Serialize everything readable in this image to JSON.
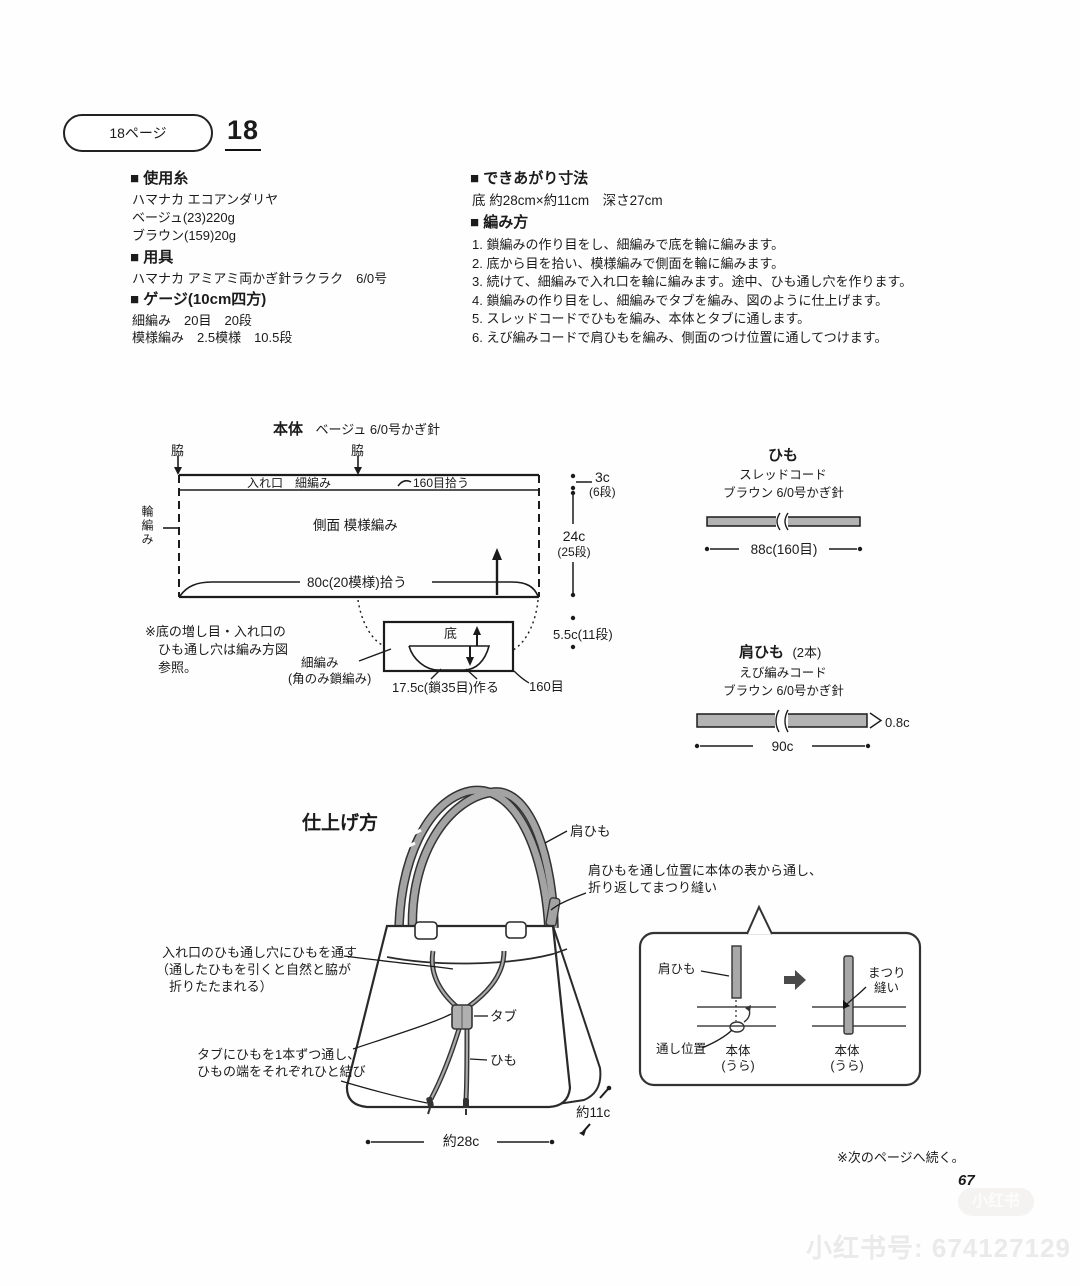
{
  "page": {
    "tab_label": "18ページ",
    "page_number_large": "18",
    "page_number_footer": "67",
    "continue_note": "※次のページへ続く。",
    "watermark_badge": "小红书",
    "watermark_id": "小红书号: 674127129"
  },
  "materials": {
    "yarn_heading": "■ 使用糸",
    "yarn_line1": "ハマナカ エコアンダリヤ",
    "yarn_line2": "ベージュ(23)220g",
    "yarn_line3": "ブラウン(159)20g",
    "tools_heading": "■ 用具",
    "tools_line": "ハマナカ アミアミ両かぎ針ラクラク　6/0号",
    "gauge_heading": "■ ゲージ(10cm四方)",
    "gauge_line1": "細編み　20目　20段",
    "gauge_line2": "模様編み　2.5模様　10.5段"
  },
  "finished_size": {
    "heading": "■ できあがり寸法",
    "line": "底 約28cm×約11cm　深さ27cm"
  },
  "instructions": {
    "heading": "■ 編み方",
    "steps": [
      "1. 鎖編みの作り目をし、細編みで底を輪に編みます。",
      "2. 底から目を拾い、模様編みで側面を輪に編みます。",
      "3. 続けて、細編みで入れ口を輪に編みます。途中、ひも通し穴を作ります。",
      "4. 鎖編みの作り目をし、細編みでタブを編み、図のように仕上げます。",
      "5. スレッドコードでひもを編み、本体とタブに通します。",
      "6. えび編みコードで肩ひもを編み、側面のつけ位置に通してつけます。"
    ]
  },
  "body_diagram": {
    "title": "本体",
    "subtitle": "ベージュ 6/0号かぎ針",
    "waki": "脇",
    "ring_label": "輪編み",
    "opening_label": "入れ口　細編み",
    "pickup_label": "160目拾う",
    "side_panel_label": "側面 模様編み",
    "bottom_pickup_label": "80c(20模様)拾う",
    "note_line1": "※底の増し目・入れ口の",
    "note_line2": "ひも通し穴は編み方図",
    "note_line3": "参照。",
    "m_top": "3c",
    "m_top_rows": "(6段)",
    "m_mid": "24c",
    "m_mid_rows": "(25段)",
    "m_bottom": "5.5c(11段)",
    "base_label": "底",
    "base_stitch_line1": "細編み",
    "base_stitch_line2": "(角のみ鎖編み)",
    "base_start": "17.5c(鎖35目)作る",
    "base_sts": "160目"
  },
  "himo_diagram": {
    "title": "ひも",
    "sub1": "スレッドコード",
    "sub2": "ブラウン 6/0号かぎ針",
    "measure": "88c(160目)"
  },
  "kata_himo_diagram": {
    "title": "肩ひも",
    "title_suffix": "(2本)",
    "sub1": "えび編みコード",
    "sub2": "ブラウン 6/0号かぎ針",
    "width_label": "0.8c",
    "measure": "90c"
  },
  "finishing": {
    "title": "仕上げ方",
    "strap_label": "肩ひも",
    "strap_note_line1": "肩ひもを通し位置に本体の表から通し、",
    "strap_note_line2": "折り返してまつり縫い",
    "opening_note_line1": "入れ口のひも通し穴にひもを通す",
    "opening_note_line2": "（通したひもを引くと自然と脇が",
    "opening_note_line3": "　折りたたまれる）",
    "tab_label": "タブ",
    "cord_label": "ひも",
    "tab_note_line1": "タブにひもを1本ずつ通し、",
    "tab_note_line2": "ひもの端をそれぞれひと結び",
    "depth_label": "約11c",
    "width_label": "約28c"
  },
  "inset": {
    "strap_label": "肩ひも",
    "position_label": "通し位置",
    "body_label_a": "本体",
    "body_label_b": "(うら)",
    "sew_label_a": "まつり",
    "sew_label_b": "縫い"
  },
  "colors": {
    "ink": "#1b1b1b",
    "strap_gray": "#a3a3a3",
    "bar_gray": "#b3b3b3",
    "watermark_gray": "#eaeaea"
  }
}
